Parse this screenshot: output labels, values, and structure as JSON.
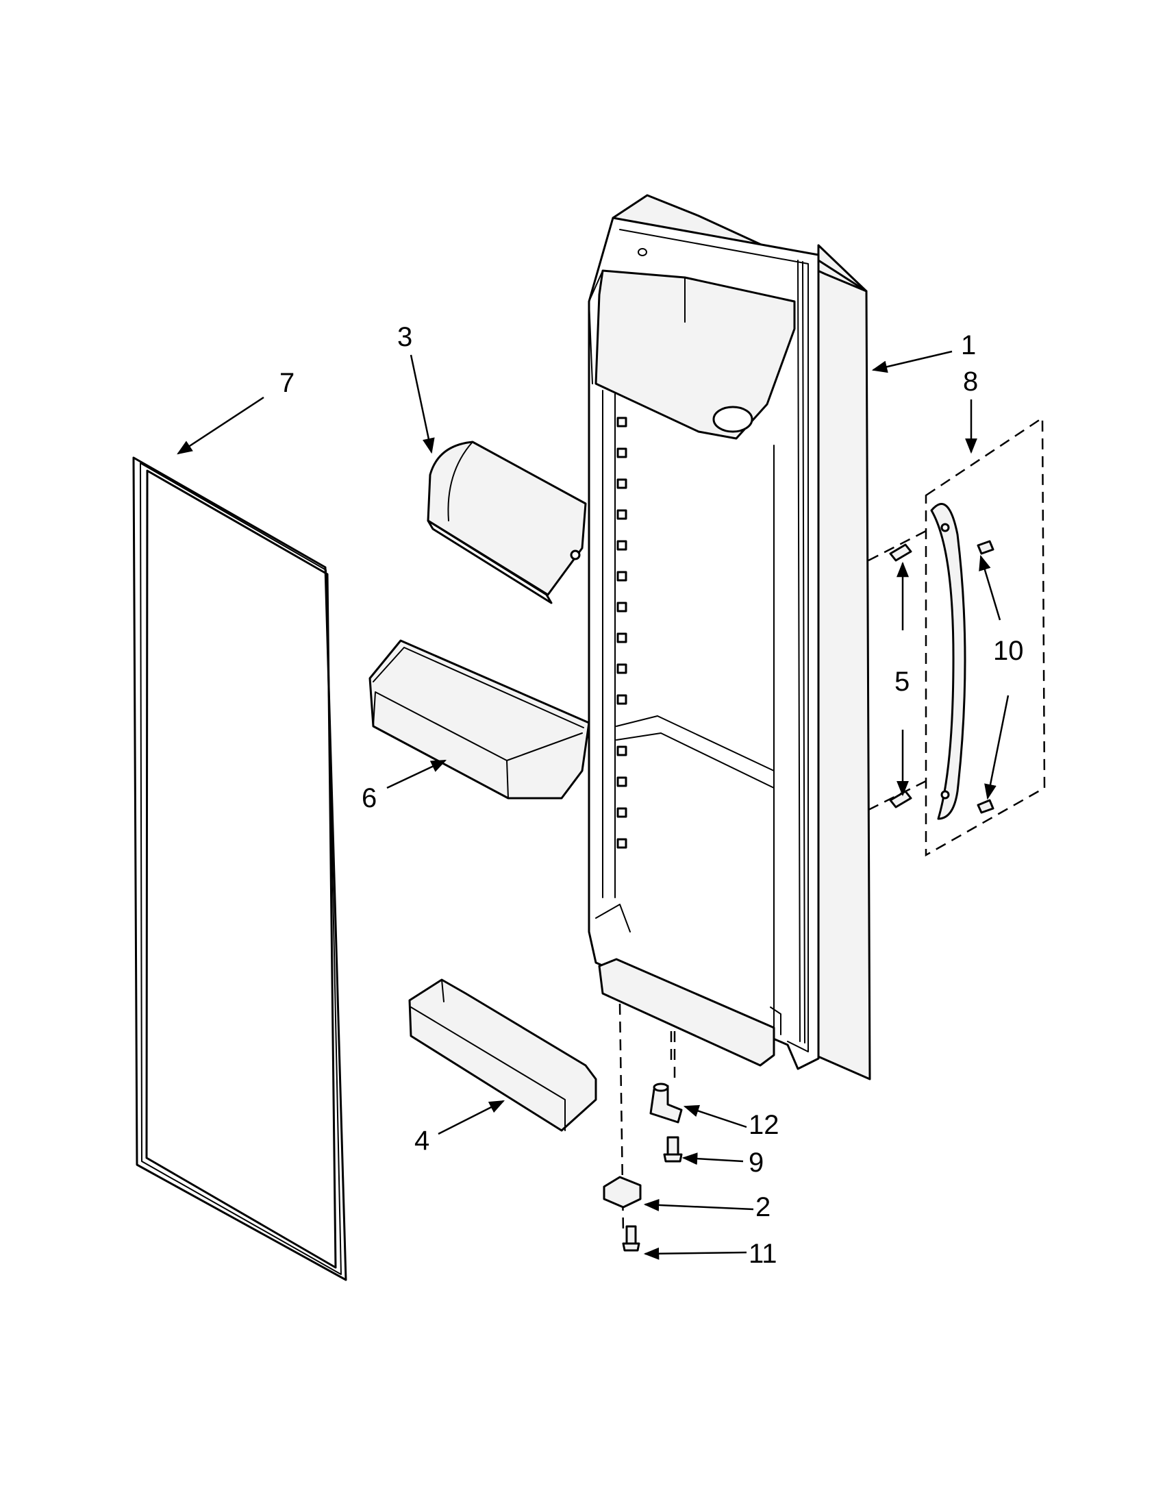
{
  "colors": {
    "line": "#000000",
    "background": "#ffffff",
    "part_fill": "#f3f3f3"
  },
  "callouts": {
    "c1": "1",
    "c2": "2",
    "c3": "3",
    "c4": "4",
    "c5": "5",
    "c6": "6",
    "c7": "7",
    "c8": "8",
    "c9": "9",
    "c10": "10",
    "c11": "11",
    "c12": "12"
  }
}
